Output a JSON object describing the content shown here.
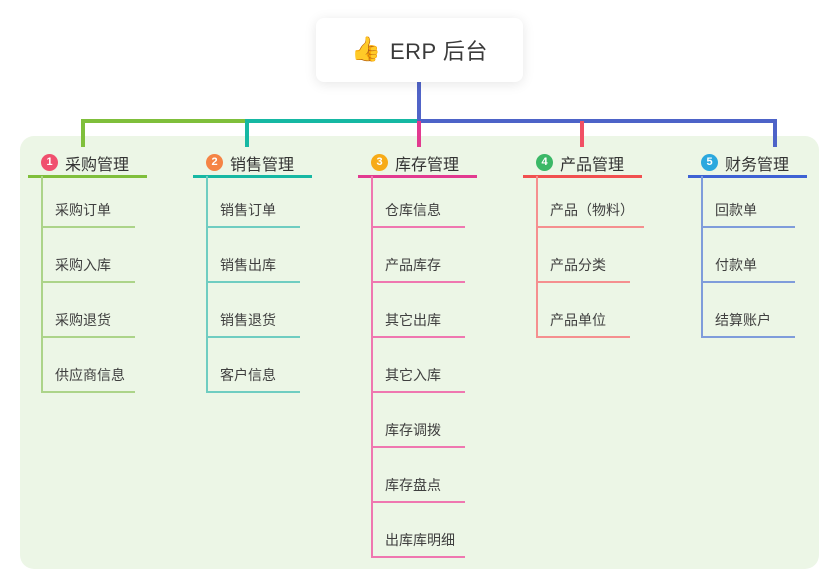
{
  "root": {
    "icon": "👍",
    "label": "ERP 后台"
  },
  "colors": {
    "panel_bg": "#ecf6e6",
    "root_drop": "#5164c8",
    "bus_green": "#7fbf3b",
    "bus_teal": "#16b8a3",
    "bus_blue": "#4d63c8",
    "drop_magenta": "#e23a90",
    "drop_red": "#f15065"
  },
  "branches": [
    {
      "badge": "1",
      "label": "采购管理",
      "badge_color": "#f0506e",
      "line_color": "#7fbf3b",
      "child_line_color": "#acd489",
      "children": [
        "采购订单",
        "采购入库",
        "采购退货",
        "供应商信息"
      ]
    },
    {
      "badge": "2",
      "label": "销售管理",
      "badge_color": "#f58445",
      "line_color": "#16b8a3",
      "child_line_color": "#6fcdc1",
      "children": [
        "销售订单",
        "销售出库",
        "销售退货",
        "客户信息"
      ]
    },
    {
      "badge": "3",
      "label": "库存管理",
      "badge_color": "#f7ab18",
      "line_color": "#e23a90",
      "child_line_color": "#ef77b0",
      "children": [
        "仓库信息",
        "产品库存",
        "其它出库",
        "其它入库",
        "库存调拨",
        "库存盘点",
        "出库库明细"
      ]
    },
    {
      "badge": "4",
      "label": "产品管理",
      "badge_color": "#3bb867",
      "line_color": "#f15050",
      "child_line_color": "#f58f8f",
      "children": [
        "产品（物料）",
        "产品分类",
        "产品单位"
      ]
    },
    {
      "badge": "5",
      "label": "财务管理",
      "badge_color": "#2ba8de",
      "line_color": "#3e62d4",
      "child_line_color": "#7f9cdb",
      "children": [
        "回款单",
        "付款单",
        "结算账户"
      ]
    }
  ]
}
